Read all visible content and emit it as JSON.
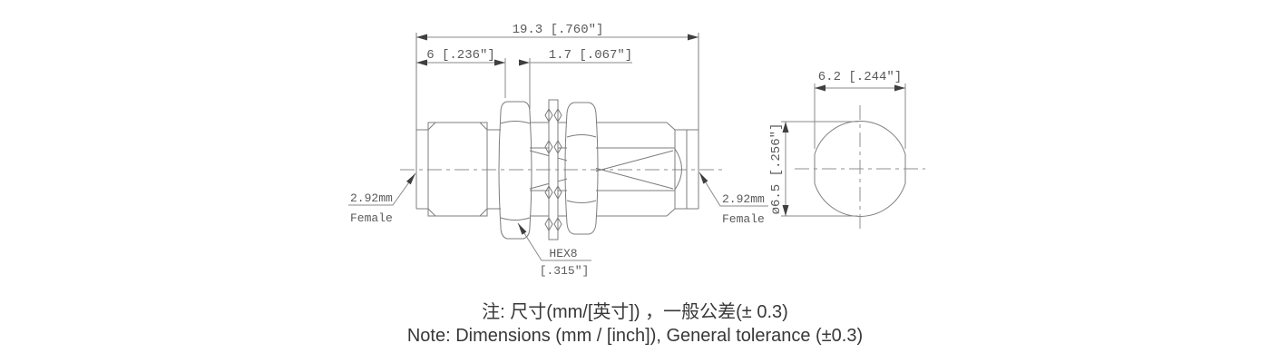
{
  "drawing": {
    "colors": {
      "line": "#7d7d7d",
      "centerline": "#8f8f8f",
      "arrowhead": "#3f3f3f",
      "dimension_text": "#5a5a5a",
      "note_text": "#383838",
      "background": "#ffffff"
    },
    "main_view": {
      "dim_total": "19.3 [.760″]",
      "dim_left_len": "6 [.236″]",
      "dim_panel_thk": "1.7 [.067″]",
      "hex_label": "HEX8",
      "hex_size": "[.315″]",
      "left_port_line1": "2.92mm",
      "left_port_line2": "Female",
      "right_port_line1": "2.92mm",
      "right_port_line2": "Female"
    },
    "end_view": {
      "dim_flats": "6.2 [.244″]",
      "dim_diameter": "ø6.5 [.256″]"
    }
  },
  "notes": {
    "line1": "注: 尺寸(mm/[英寸]) ，一般公差(± 0.3)",
    "line2": "Note: Dimensions (mm / [inch]), General tolerance (±0.3)"
  }
}
